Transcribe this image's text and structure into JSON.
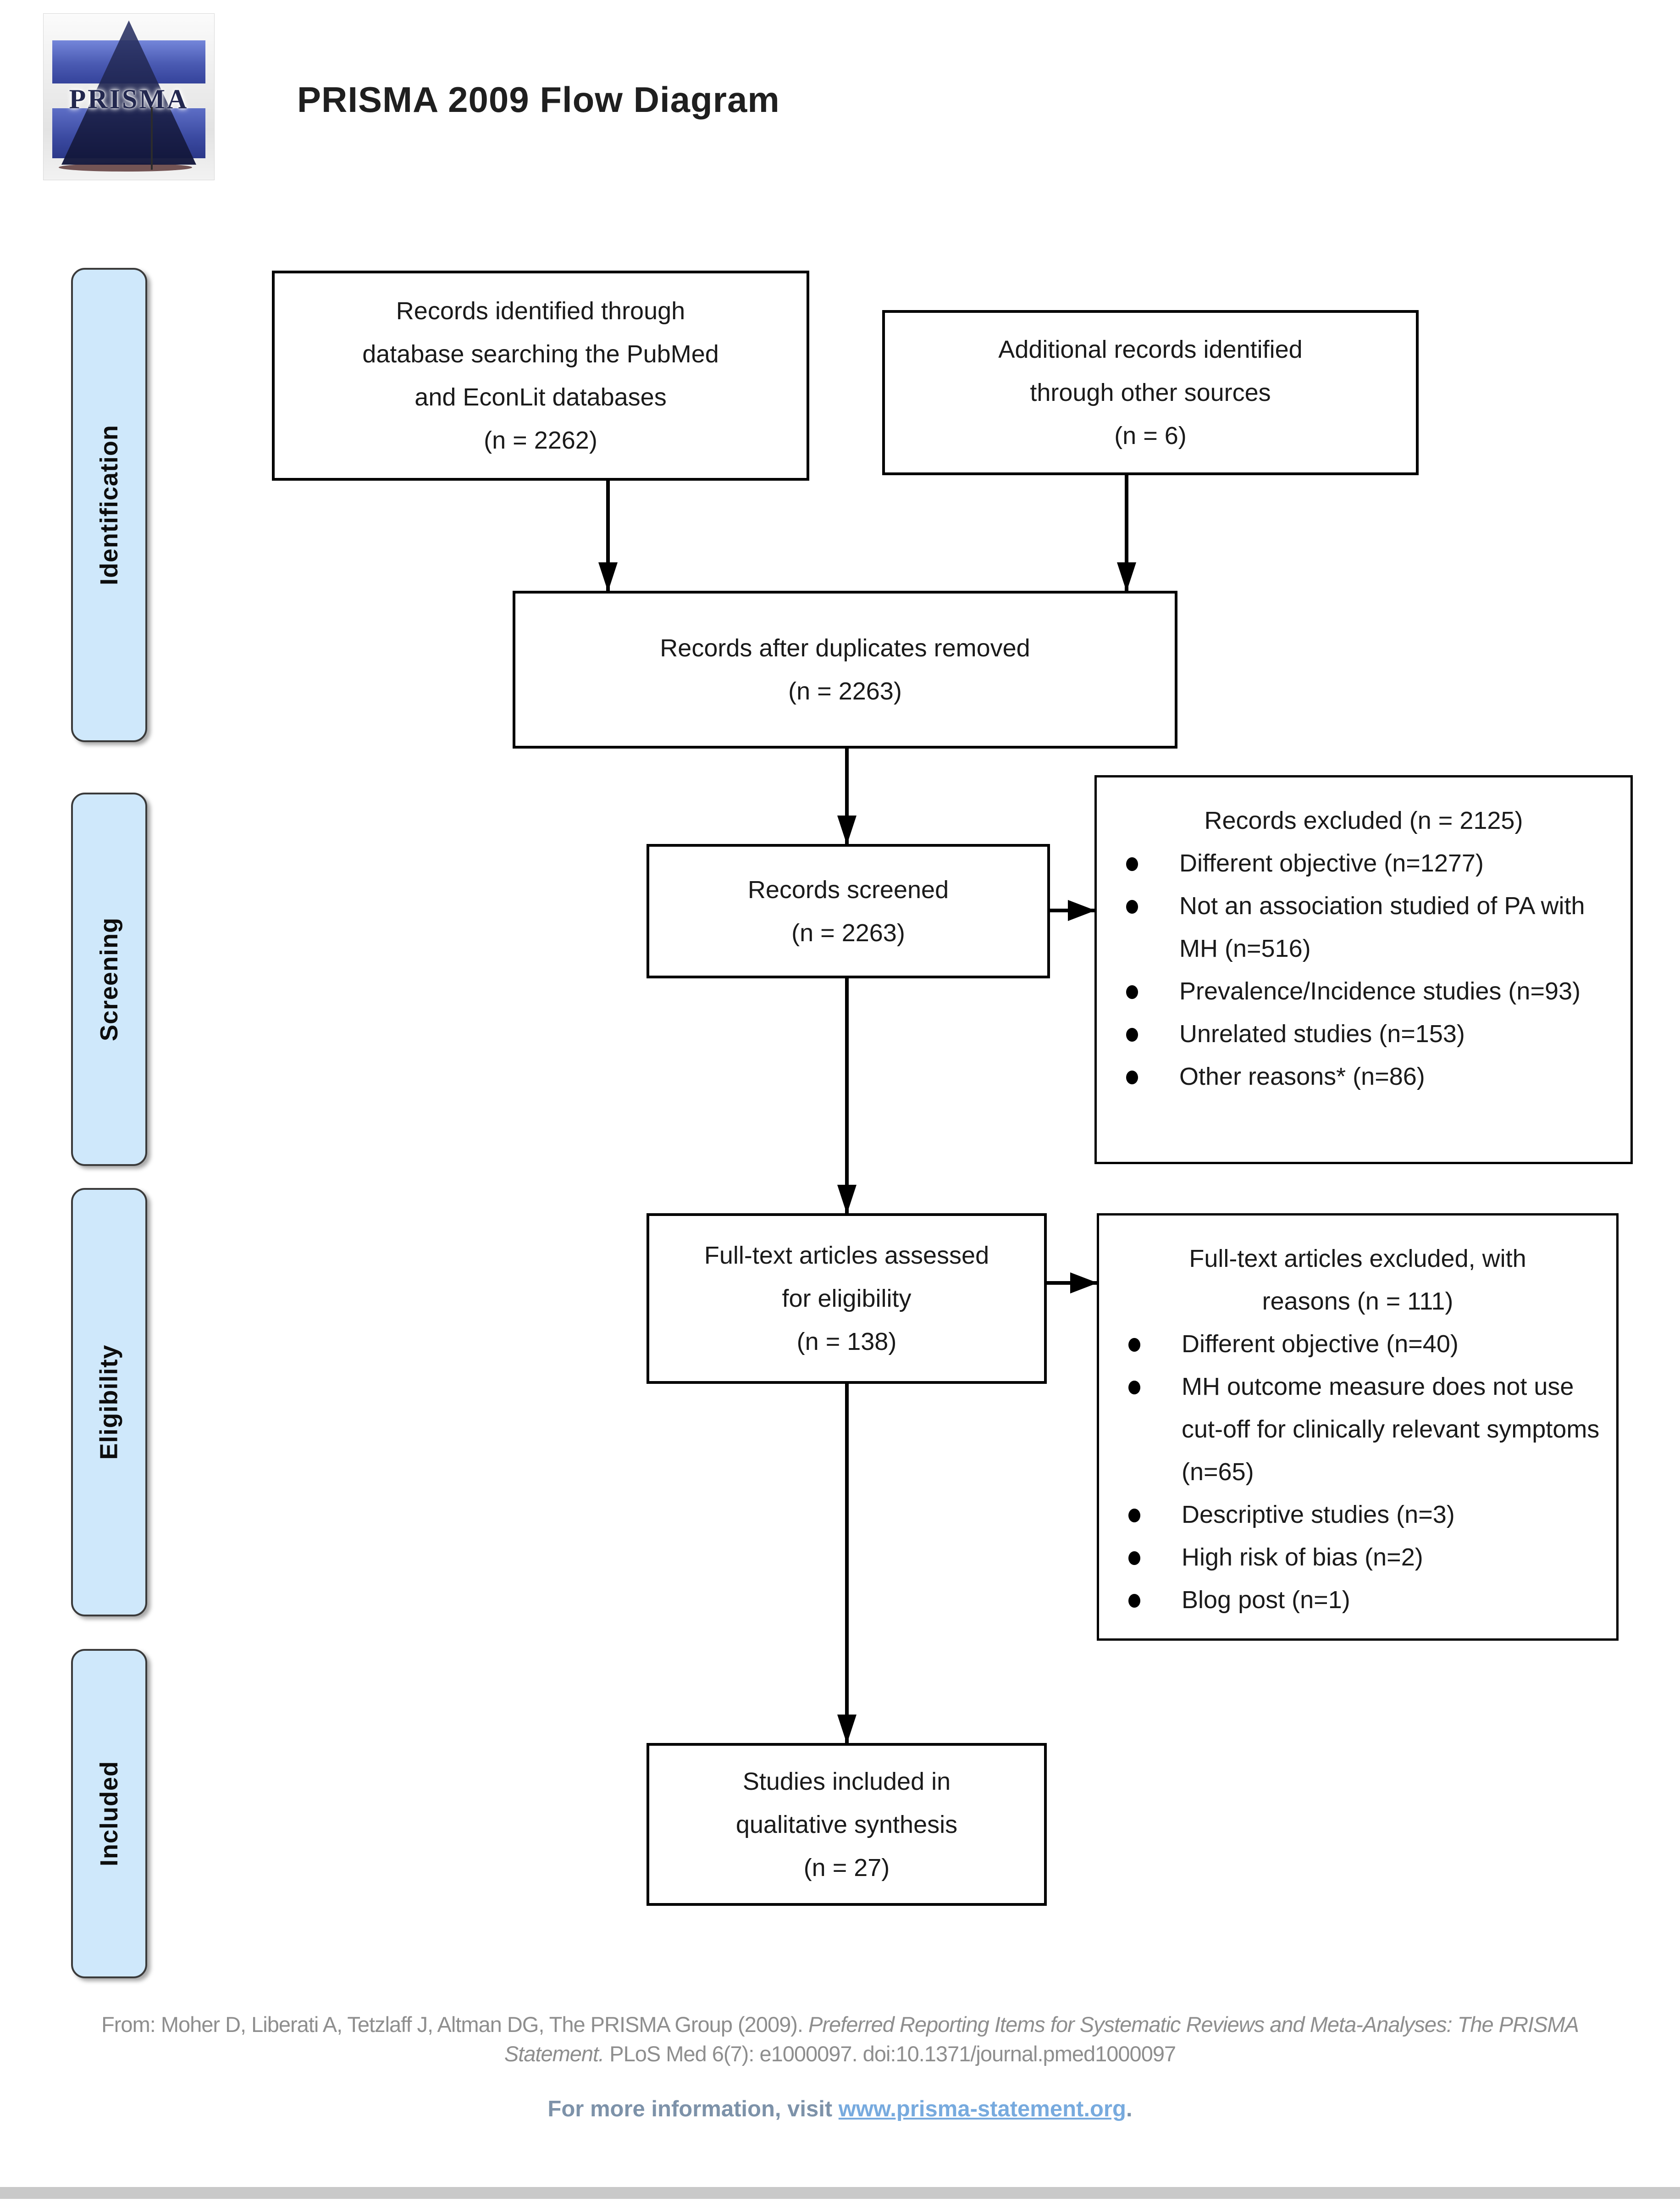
{
  "header": {
    "logo_text": "PRISMA",
    "title": "PRISMA 2009 Flow Diagram"
  },
  "sidebar": {
    "stages": [
      {
        "label": "Identification"
      },
      {
        "label": "Screening"
      },
      {
        "label": "Eligibility"
      },
      {
        "label": "Included"
      }
    ]
  },
  "flow": {
    "identified": {
      "lines": [
        "Records identified through",
        "database searching the PubMed",
        "and EconLit databases",
        "(n = 2262)"
      ]
    },
    "additional": {
      "lines": [
        "Additional records identified",
        "through other sources",
        "(n = 6)"
      ]
    },
    "deduplicated": {
      "lines": [
        "Records after duplicates removed",
        "(n = 2263)"
      ]
    },
    "screened": {
      "lines": [
        "Records screened",
        "(n = 2263)"
      ]
    },
    "records_excluded": {
      "title": "Records excluded (n = 2125)",
      "bullets": [
        "Different objective (n=1277)",
        "Not an association studied of PA with MH (n=516)",
        "Prevalence/Incidence studies (n=93)",
        "Unrelated studies (n=153)",
        "Other reasons* (n=86)"
      ]
    },
    "fulltext_assessed": {
      "lines": [
        "Full-text articles assessed",
        "for eligibility",
        "(n = 138)"
      ]
    },
    "fulltext_excluded": {
      "title": "Full-text articles excluded, with reasons (n = 111)",
      "bullets": [
        "Different objective (n=40)",
        "MH outcome measure does not use cut-off for clinically relevant symptoms (n=65)",
        "Descriptive studies (n=3)",
        "High risk of bias (n=2)",
        "Blog post (n=1)"
      ]
    },
    "included_qualitative": {
      "lines": [
        "Studies included in",
        "qualitative synthesis",
        "(n = 27)"
      ]
    }
  },
  "footer": {
    "citation_prefix": "From:  Moher D, Liberati A, Tetzlaff J, Altman DG, The PRISMA Group (2009). ",
    "citation_title_italic": "Preferred Reporting Items for Systematic Reviews and Meta-Analyses: The PRISMA Statement. ",
    "citation_suffix": "PLoS Med 6(7): e1000097. doi:10.1371/journal.pmed1000097",
    "info_text": "For more information, visit ",
    "info_link": "www.prisma-statement.org",
    "info_period": "."
  },
  "colors": {
    "band_fill": "#cfe8fb",
    "box_border": "#000000",
    "link": "#77aade",
    "info_text": "#7d92a9",
    "citation_text": "#8e8e8e"
  }
}
